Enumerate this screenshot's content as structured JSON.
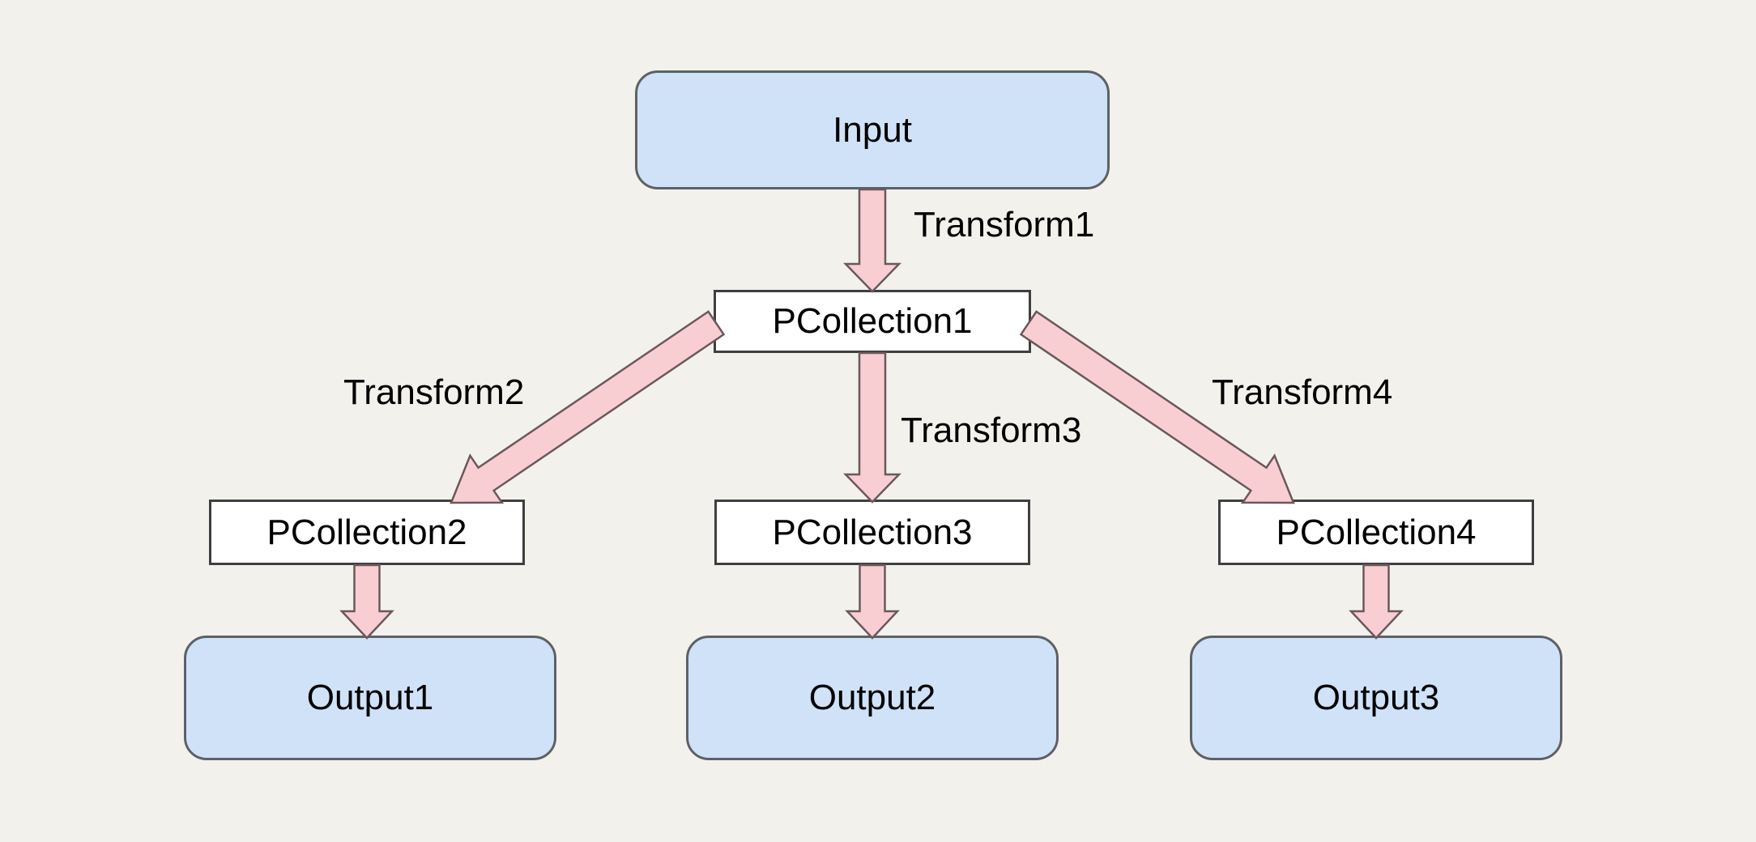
{
  "diagram": {
    "background": "#f3f1ec",
    "text_color": "#000000",
    "node_styles": {
      "terminal": {
        "fill": "#cfe2f8",
        "border": "#5d6166"
      },
      "collection": {
        "fill": "#ffffff",
        "border": "#3f3f3f"
      }
    },
    "arrow": {
      "fill": "#f9ced3",
      "stroke": "#6b585c"
    },
    "nodes": [
      {
        "id": "input",
        "label": "Input",
        "type": "terminal"
      },
      {
        "id": "pcollection1",
        "label": "PCollection1",
        "type": "collection"
      },
      {
        "id": "pcollection2",
        "label": "PCollection2",
        "type": "collection"
      },
      {
        "id": "pcollection3",
        "label": "PCollection3",
        "type": "collection"
      },
      {
        "id": "pcollection4",
        "label": "PCollection4",
        "type": "collection"
      },
      {
        "id": "output1",
        "label": "Output1",
        "type": "terminal"
      },
      {
        "id": "output2",
        "label": "Output2",
        "type": "terminal"
      },
      {
        "id": "output3",
        "label": "Output3",
        "type": "terminal"
      }
    ],
    "edges": [
      {
        "id": "transform1",
        "label": "Transform1",
        "from": "input",
        "to": "pcollection1"
      },
      {
        "id": "transform2",
        "label": "Transform2",
        "from": "pcollection1",
        "to": "pcollection2"
      },
      {
        "id": "transform3",
        "label": "Transform3",
        "from": "pcollection1",
        "to": "pcollection3"
      },
      {
        "id": "transform4",
        "label": "Transform4",
        "from": "pcollection1",
        "to": "pcollection4"
      },
      {
        "id": "out-edge-1",
        "label": "",
        "from": "pcollection2",
        "to": "output1"
      },
      {
        "id": "out-edge-2",
        "label": "",
        "from": "pcollection3",
        "to": "output2"
      },
      {
        "id": "out-edge-3",
        "label": "",
        "from": "pcollection4",
        "to": "output3"
      }
    ]
  }
}
